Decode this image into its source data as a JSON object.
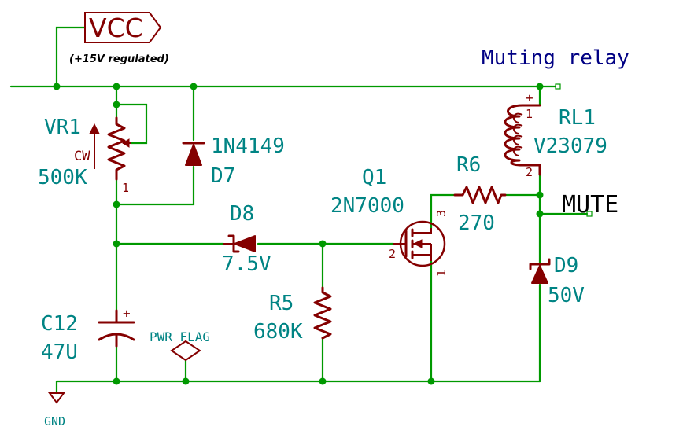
{
  "title": "Muting relay",
  "power": {
    "vcc_label": "VCC",
    "vcc_note": "(+15V regulated)",
    "gnd_label": "GND",
    "pwr_flag_label": "PWR_FLAG"
  },
  "net_labels": {
    "mute": "MUTE"
  },
  "components": {
    "vr1": {
      "ref": "VR1",
      "value": "500K",
      "direction": "CW",
      "pin1": "1"
    },
    "d7": {
      "ref": "D7",
      "value": "1N4149"
    },
    "d8": {
      "ref": "D8",
      "value": "7.5V"
    },
    "q1": {
      "ref": "Q1",
      "value": "2N7000",
      "pin_gate": "2",
      "pin_drain": "3",
      "pin_source": "1"
    },
    "r6": {
      "ref": "R6",
      "value": "270"
    },
    "rl1": {
      "ref": "RL1",
      "value": "V23079",
      "pin_plus": "+",
      "pin1": "1",
      "pin2": "2"
    },
    "d9": {
      "ref": "D9",
      "value": "50V"
    },
    "r5": {
      "ref": "R5",
      "value": "680K"
    },
    "c12": {
      "ref": "C12",
      "value": "47U",
      "pin_plus": "+"
    }
  },
  "colors": {
    "wire": "#009900",
    "component": "#840000",
    "reference_text": "#008484",
    "title_text": "#000084",
    "net_label_text": "#000000"
  }
}
